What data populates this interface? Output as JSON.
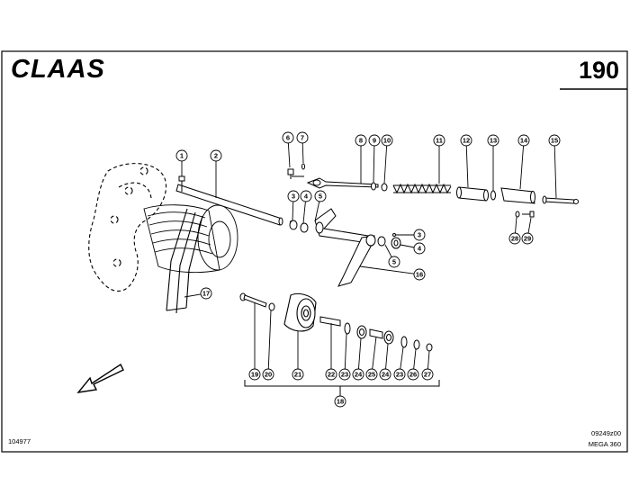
{
  "header": {
    "brand": "CLAAS",
    "page_number": "190"
  },
  "footer": {
    "drawing_id": "104977",
    "figure_code": "09249z00",
    "model": "MEGA 360"
  },
  "callouts": [
    {
      "id": "c1",
      "label": "1"
    },
    {
      "id": "c2",
      "label": "2"
    },
    {
      "id": "c3a",
      "label": "3"
    },
    {
      "id": "c4a",
      "label": "4"
    },
    {
      "id": "c5a",
      "label": "5"
    },
    {
      "id": "c6",
      "label": "6"
    },
    {
      "id": "c7",
      "label": "7"
    },
    {
      "id": "c8",
      "label": "8"
    },
    {
      "id": "c9",
      "label": "9"
    },
    {
      "id": "c10",
      "label": "10"
    },
    {
      "id": "c11",
      "label": "11"
    },
    {
      "id": "c12",
      "label": "12"
    },
    {
      "id": "c13",
      "label": "13"
    },
    {
      "id": "c14",
      "label": "14"
    },
    {
      "id": "c15",
      "label": "15"
    },
    {
      "id": "c3b",
      "label": "3"
    },
    {
      "id": "c4b",
      "label": "4"
    },
    {
      "id": "c5b",
      "label": "5"
    },
    {
      "id": "c16",
      "label": "16"
    },
    {
      "id": "c17",
      "label": "17"
    },
    {
      "id": "c28",
      "label": "28"
    },
    {
      "id": "c29",
      "label": "29"
    },
    {
      "id": "c19",
      "label": "19"
    },
    {
      "id": "c20",
      "label": "20"
    },
    {
      "id": "c21",
      "label": "21"
    },
    {
      "id": "c22",
      "label": "22"
    },
    {
      "id": "c23a",
      "label": "23"
    },
    {
      "id": "c24a",
      "label": "24"
    },
    {
      "id": "c25",
      "label": "25"
    },
    {
      "id": "c24b",
      "label": "24"
    },
    {
      "id": "c23b",
      "label": "23"
    },
    {
      "id": "c26",
      "label": "26"
    },
    {
      "id": "c27",
      "label": "27"
    },
    {
      "id": "c18",
      "label": "18"
    }
  ]
}
